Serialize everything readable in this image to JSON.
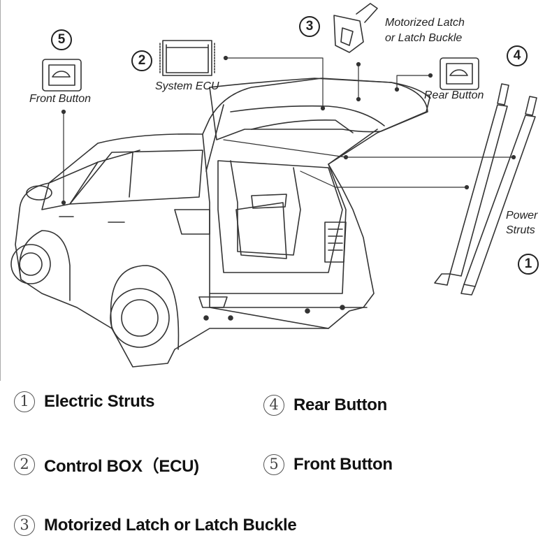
{
  "callouts": {
    "front_button": {
      "number": "5",
      "label": "Front Button"
    },
    "ecu": {
      "number": "2",
      "label": "System ECU"
    },
    "latch": {
      "number": "3",
      "label_line1": "Motorized Latch",
      "label_line2": "or Latch Buckle"
    },
    "rear_button": {
      "number": "4",
      "label": "Rear Button"
    },
    "struts": {
      "number": "1",
      "label_line1": "Power",
      "label_line2": "Struts"
    }
  },
  "legend": [
    {
      "number": "①",
      "text": "Electric Struts"
    },
    {
      "number": "②",
      "text": "Control BOX（ECU)"
    },
    {
      "number": "③",
      "text": "Motorized Latch or Latch Buckle"
    },
    {
      "number": "④",
      "text": "Rear Button"
    },
    {
      "number": "⑤",
      "text": "Front Button"
    }
  ],
  "colors": {
    "line": "#333333",
    "background": "#ffffff"
  }
}
